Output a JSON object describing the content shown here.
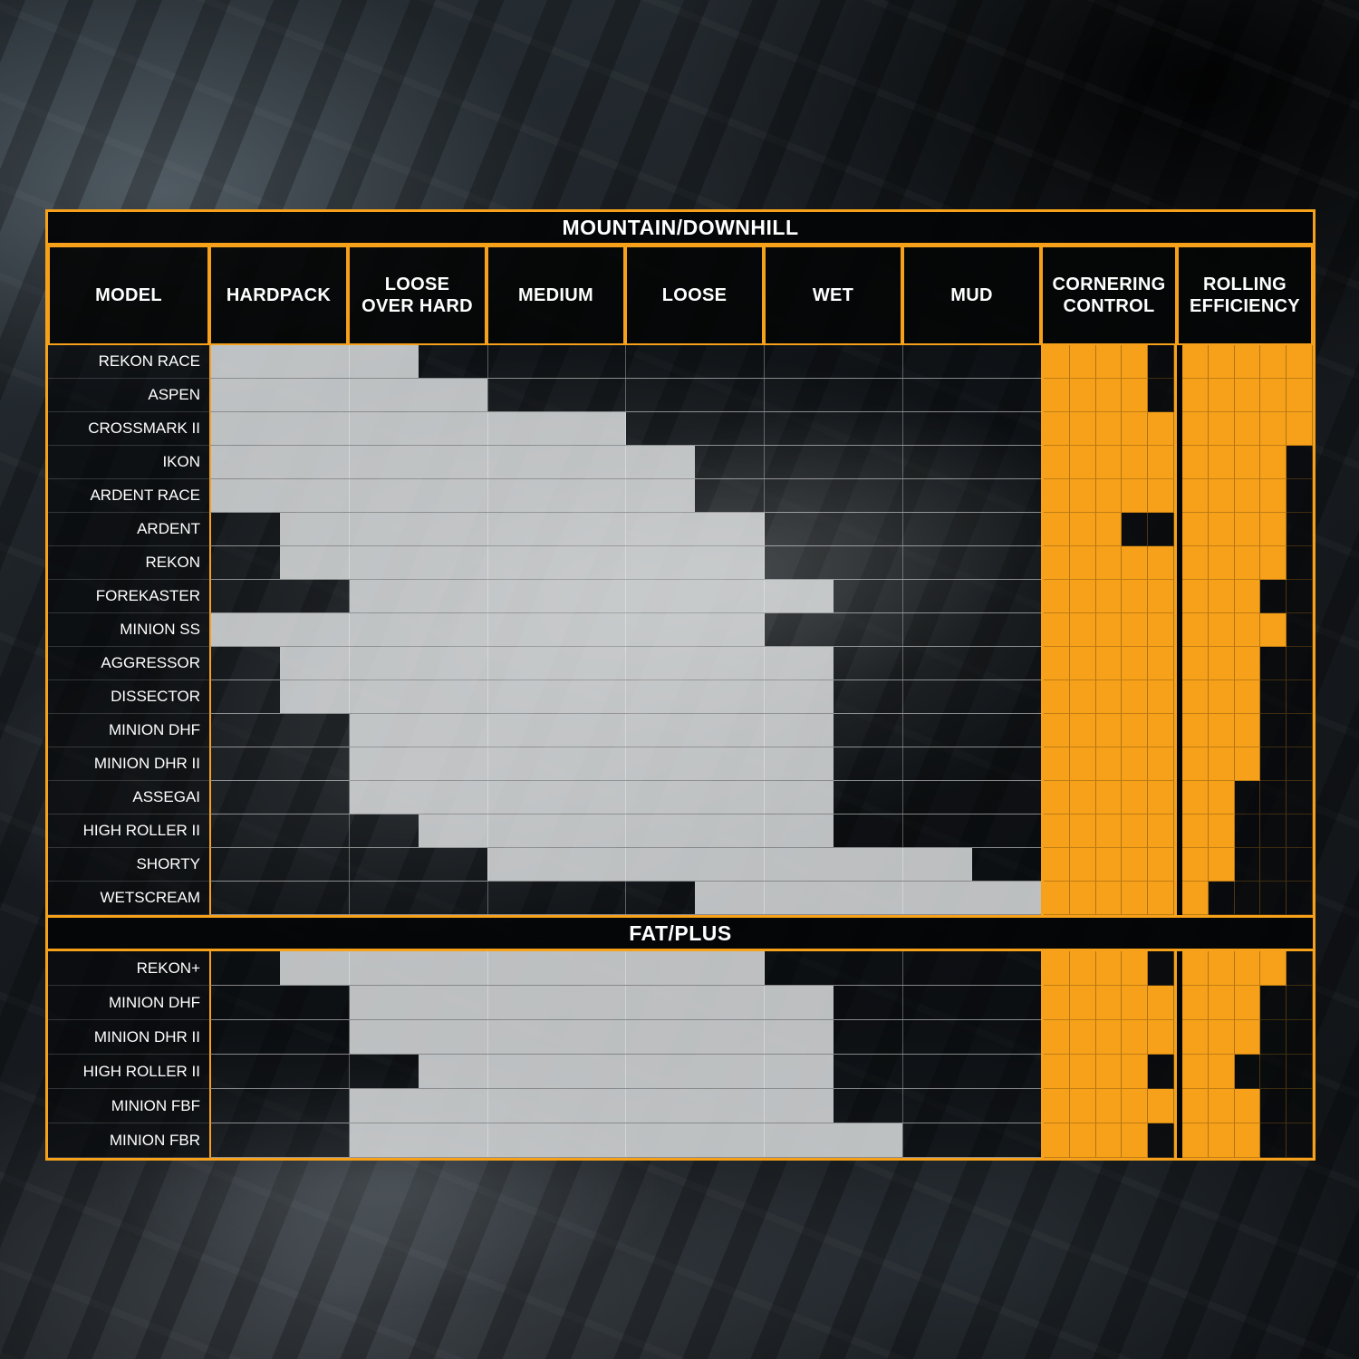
{
  "colors": {
    "accent_orange": "#F7A11A",
    "range_bar": "#E4E7E8",
    "table_black": "#050607",
    "text_white": "#FFFFFF"
  },
  "chart_data": {
    "type": "table",
    "description_titles": [
      "MOUNTAIN/DOWNHILL",
      "FAT/PLUS"
    ],
    "rating_scale": 5,
    "columns": {
      "model": "MODEL",
      "terrain": [
        "HARDPACK",
        "LOOSE OVER HARD",
        "MEDIUM",
        "LOOSE",
        "WET",
        "MUD"
      ],
      "ratings": [
        "CORNERING CONTROL",
        "ROLLING EFFICIENCY"
      ]
    },
    "range_units_note": "range values are in terrain-column units, 0 = left edge of HARDPACK, 6 = right edge of MUD",
    "sections": [
      {
        "name": "MOUNTAIN/DOWNHILL",
        "rows": [
          {
            "model": "REKON RACE",
            "range": [
              0,
              1.5
            ],
            "cornering_control": 4,
            "rolling_efficiency": 5
          },
          {
            "model": "ASPEN",
            "range": [
              0,
              2
            ],
            "cornering_control": 4,
            "rolling_efficiency": 5
          },
          {
            "model": "CROSSMARK II",
            "range": [
              0,
              3
            ],
            "cornering_control": 5,
            "rolling_efficiency": 5
          },
          {
            "model": "IKON",
            "range": [
              0,
              3.5
            ],
            "cornering_control": 5,
            "rolling_efficiency": 4
          },
          {
            "model": "ARDENT RACE",
            "range": [
              0,
              3.5
            ],
            "cornering_control": 5,
            "rolling_efficiency": 4
          },
          {
            "model": "ARDENT",
            "range": [
              0.5,
              4
            ],
            "cornering_control": 3,
            "rolling_efficiency": 4
          },
          {
            "model": "REKON",
            "range": [
              0.5,
              4
            ],
            "cornering_control": 5,
            "rolling_efficiency": 4
          },
          {
            "model": "FOREKASTER",
            "range": [
              1,
              4.5
            ],
            "cornering_control": 5,
            "rolling_efficiency": 3
          },
          {
            "model": "MINION SS",
            "range": [
              0,
              4
            ],
            "cornering_control": 5,
            "rolling_efficiency": 4
          },
          {
            "model": "AGGRESSOR",
            "range": [
              0.5,
              4.5
            ],
            "cornering_control": 5,
            "rolling_efficiency": 3
          },
          {
            "model": "DISSECTOR",
            "range": [
              0.5,
              4.5
            ],
            "cornering_control": 5,
            "rolling_efficiency": 3
          },
          {
            "model": "MINION DHF",
            "range": [
              1,
              4.5
            ],
            "cornering_control": 5,
            "rolling_efficiency": 3
          },
          {
            "model": "MINION DHR II",
            "range": [
              1,
              4.5
            ],
            "cornering_control": 5,
            "rolling_efficiency": 3
          },
          {
            "model": "ASSEGAI",
            "range": [
              1,
              4.5
            ],
            "cornering_control": 5,
            "rolling_efficiency": 2
          },
          {
            "model": "HIGH ROLLER II",
            "range": [
              1.5,
              4.5
            ],
            "cornering_control": 5,
            "rolling_efficiency": 2
          },
          {
            "model": "SHORTY",
            "range": [
              2,
              5.5
            ],
            "cornering_control": 5,
            "rolling_efficiency": 2
          },
          {
            "model": "WETSCREAM",
            "range": [
              3.5,
              6
            ],
            "cornering_control": 5,
            "rolling_efficiency": 1
          }
        ]
      },
      {
        "name": "FAT/PLUS",
        "rows": [
          {
            "model": "REKON+",
            "range": [
              0.5,
              4
            ],
            "cornering_control": 4,
            "rolling_efficiency": 4
          },
          {
            "model": "MINION DHF",
            "range": [
              1,
              4.5
            ],
            "cornering_control": 5,
            "rolling_efficiency": 3
          },
          {
            "model": "MINION DHR II",
            "range": [
              1,
              4.5
            ],
            "cornering_control": 5,
            "rolling_efficiency": 3
          },
          {
            "model": "HIGH ROLLER II",
            "range": [
              1.5,
              4.5
            ],
            "cornering_control": 4,
            "rolling_efficiency": 2
          },
          {
            "model": "MINION FBF",
            "range": [
              1,
              4.5
            ],
            "cornering_control": 5,
            "rolling_efficiency": 3
          },
          {
            "model": "MINION FBR",
            "range": [
              1,
              5
            ],
            "cornering_control": 4,
            "rolling_efficiency": 3
          }
        ]
      }
    ]
  }
}
